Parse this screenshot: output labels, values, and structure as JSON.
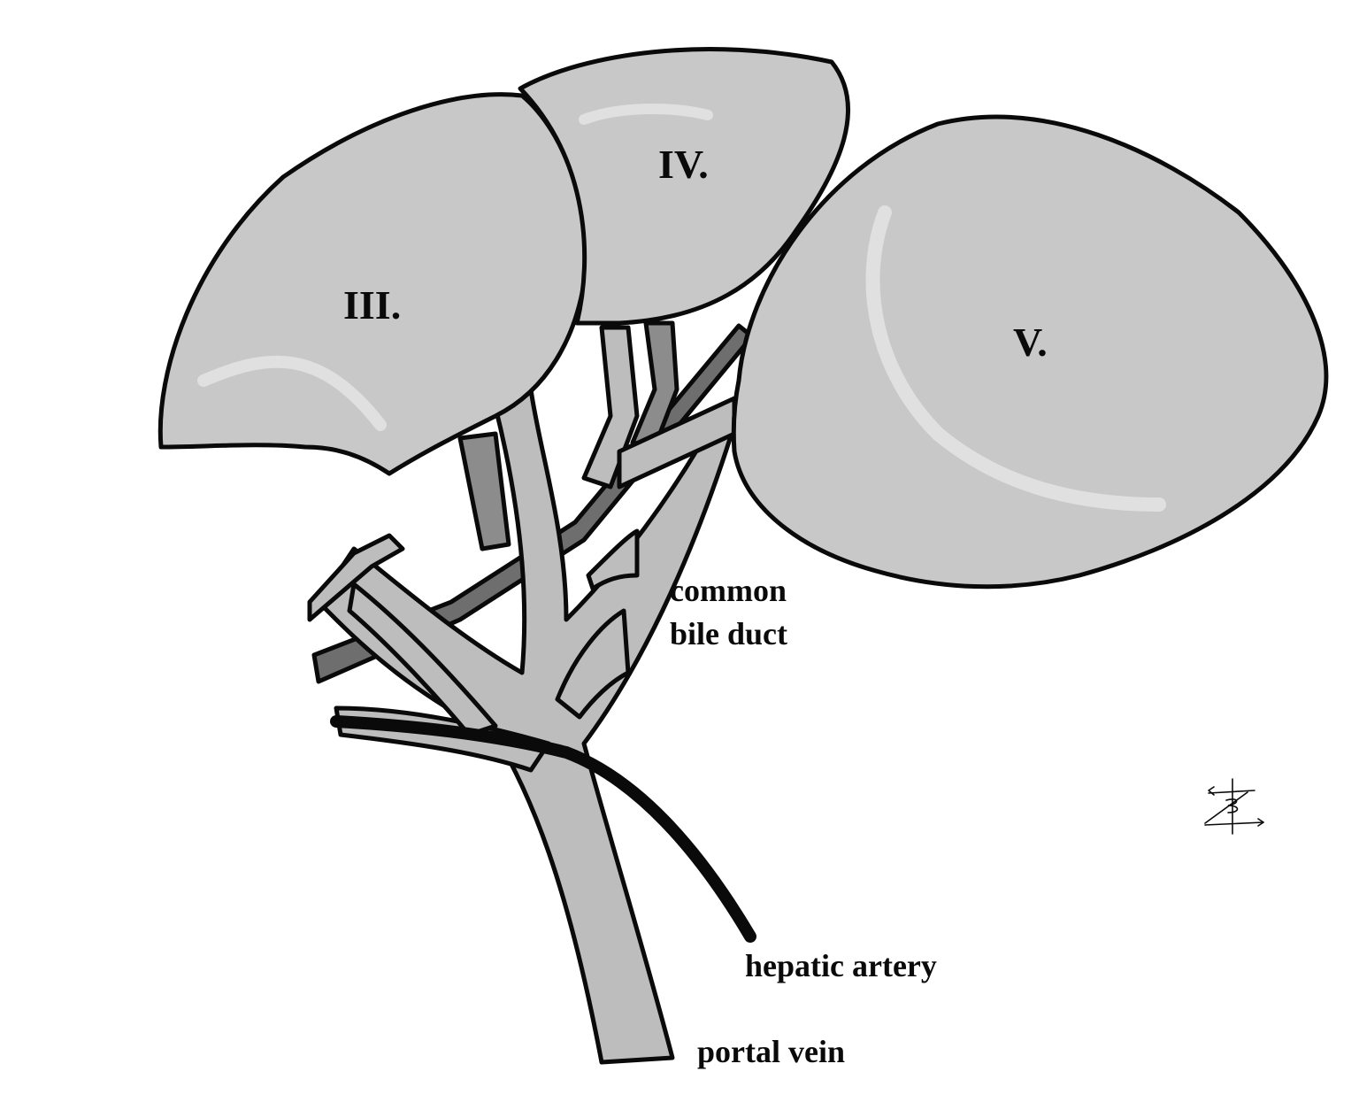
{
  "segments": {
    "iii": "III.",
    "iv": "IV.",
    "v": "V."
  },
  "structures": {
    "bile_duct_line1": "common",
    "bile_duct_line2": "bile duct",
    "hepatic_artery": "hepatic artery",
    "portal_vein": "portal vein"
  },
  "colors": {
    "segment_fill": "#c8c8c8",
    "portal_fill": "#bdbdbd",
    "duct_fill": "#a8a8a8",
    "artery_dark": "#6e6e6e",
    "outline": "#0a0a0a"
  }
}
